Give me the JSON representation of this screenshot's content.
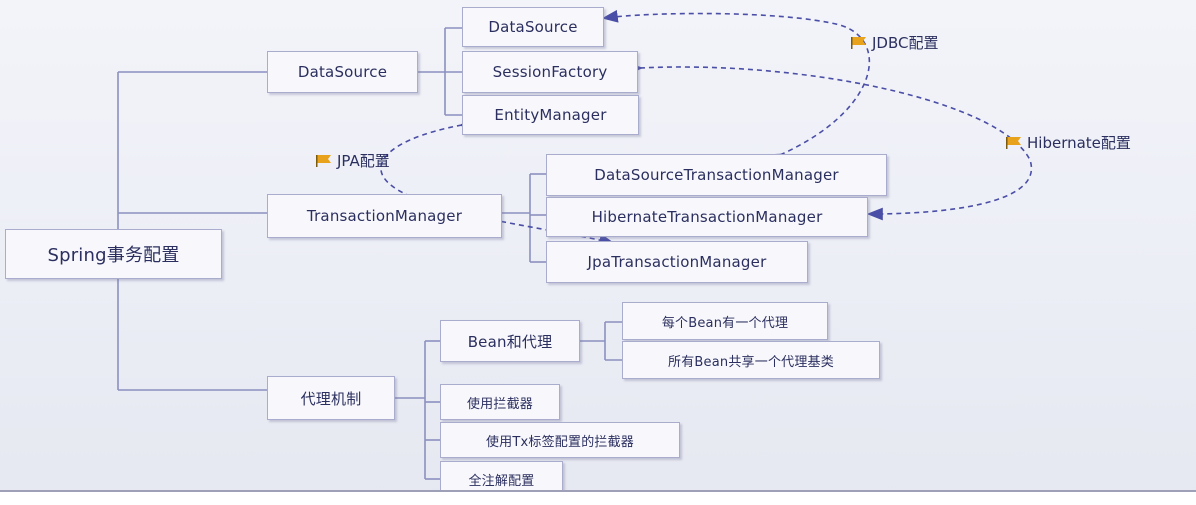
{
  "root": {
    "label": "Spring事务配置"
  },
  "datasource_branch": {
    "label": "DataSource",
    "children": [
      "DataSource",
      "SessionFactory",
      "EntityManager"
    ]
  },
  "transaction_branch": {
    "label": "TransactionManager",
    "children": [
      "DataSourceTransactionManager",
      "HibernateTransactionManager",
      "JpaTransactionManager"
    ]
  },
  "proxy_branch": {
    "label": "代理机制",
    "children": [
      "Bean和代理",
      "使用拦截器",
      "使用Tx标签配置的拦截器",
      "全注解配置"
    ],
    "bean_proxy_children": [
      "每个Bean有一个代理",
      "所有Bean共享一个代理基类"
    ]
  },
  "notes": {
    "jdbc": "JDBC配置",
    "jpa": "JPA配置",
    "hibernate": "Hibernate配置"
  },
  "colors": {
    "line": "#8c90bf",
    "arrow": "#4a4ea6",
    "flag": "#e8a21c"
  }
}
